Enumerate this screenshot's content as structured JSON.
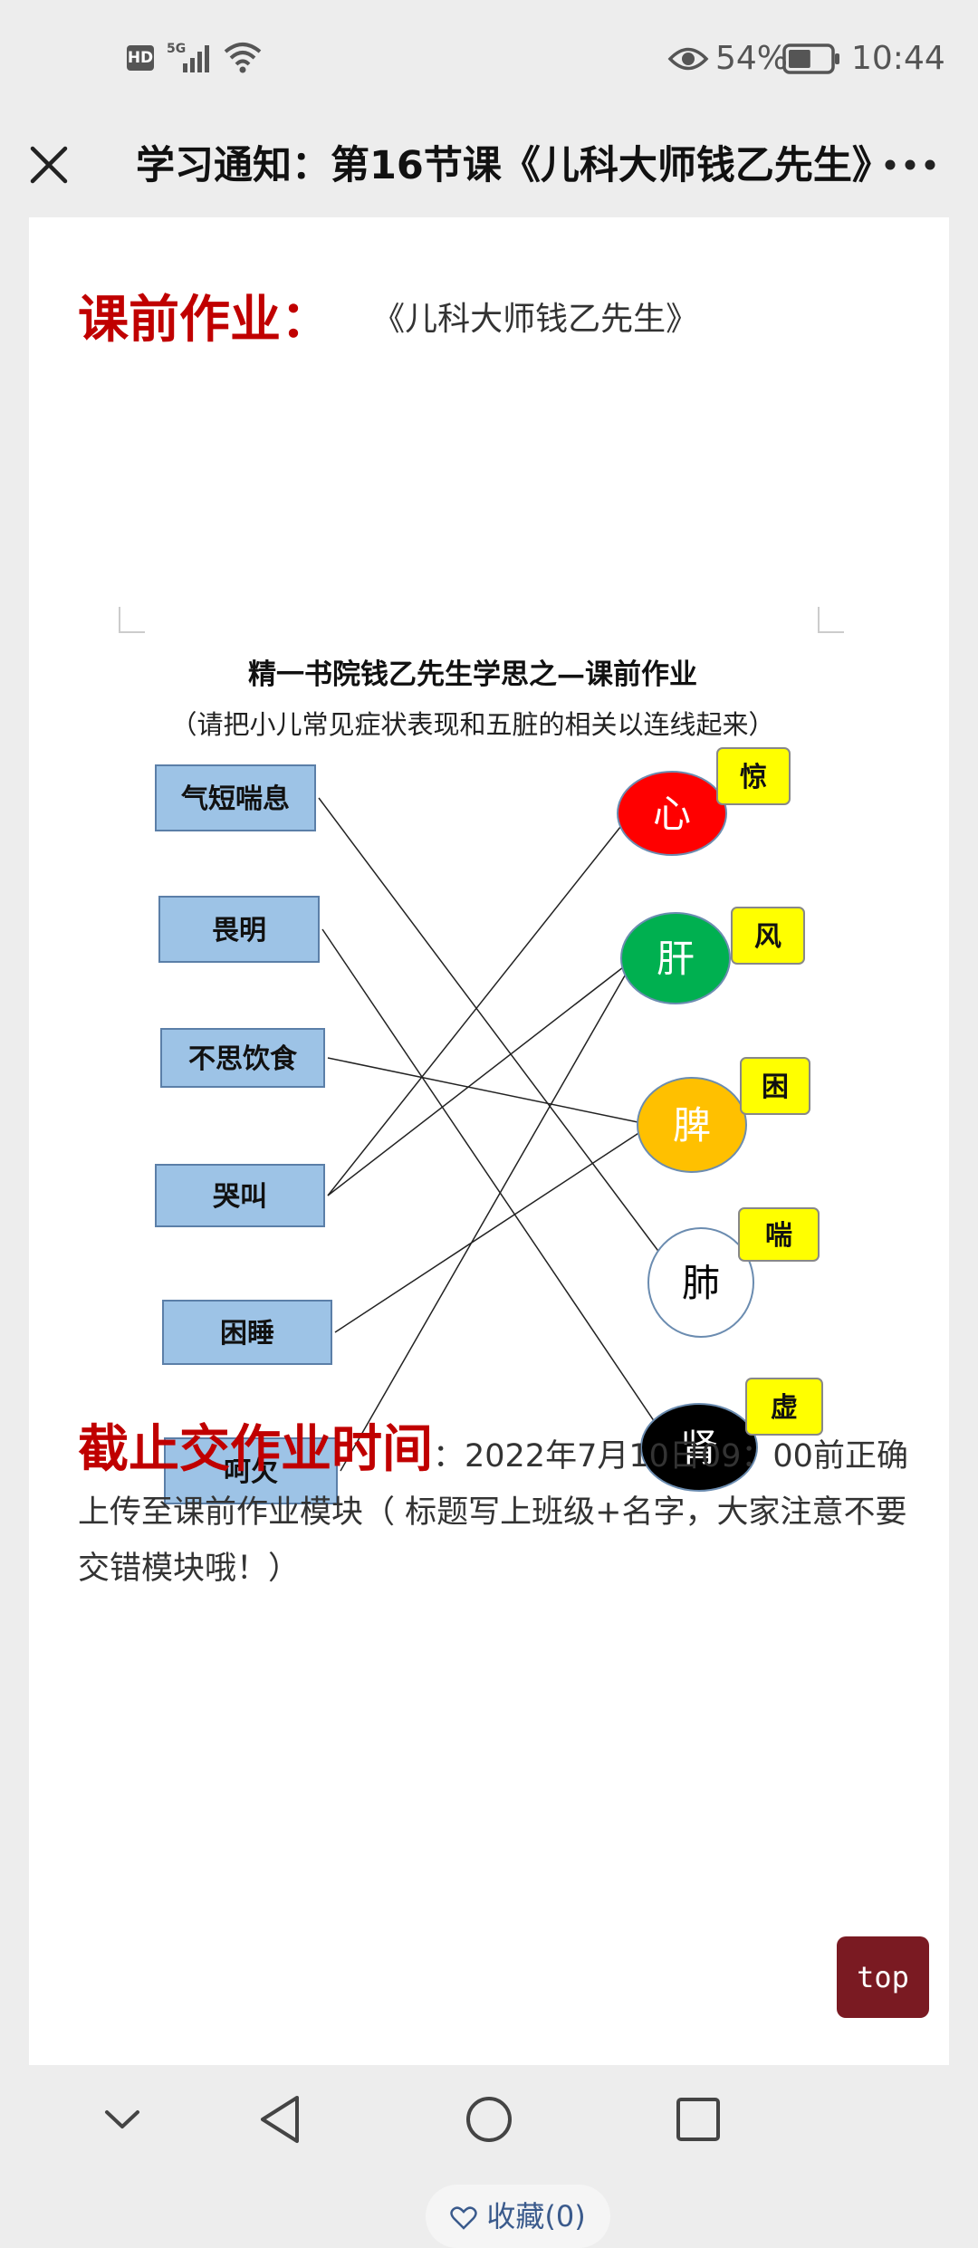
{
  "status": {
    "hd": "HD",
    "network": "5G",
    "battery_pct": "54%",
    "battery_level": 0.54,
    "time": "10:44"
  },
  "header": {
    "title": "学习通知：第16节课《儿科大师钱乙先生》"
  },
  "article": {
    "homework_label": "课前作业：",
    "homework_book": "《儿科大师钱乙先生》",
    "figure": {
      "title": "精一书院钱乙先生学思之—课前作业",
      "subtitle": "（请把小儿常见症状表现和五脏的相关以连线起来）",
      "symptoms": [
        "气短喘息",
        "畏明",
        "不思饮食",
        "哭叫",
        "困睡",
        "呵欠"
      ],
      "organs": [
        {
          "name": "心",
          "tag": "惊",
          "fill": "#ff0000",
          "text_color": "#ffffff"
        },
        {
          "name": "肝",
          "tag": "风",
          "fill": "#00b050",
          "text_color": "#ffffff"
        },
        {
          "name": "脾",
          "tag": "困",
          "fill": "#ffc000",
          "text_color": "#ffffff"
        },
        {
          "name": "肺",
          "tag": "喘",
          "fill": "#ffffff",
          "text_color": "#000000"
        },
        {
          "name": "肾",
          "tag": "虚",
          "fill": "#000000",
          "text_color": "#ffffff"
        }
      ],
      "connections": [
        {
          "symptom": "气短喘息",
          "organ": "肺"
        },
        {
          "symptom": "畏明",
          "organ": "肾"
        },
        {
          "symptom": "不思饮食",
          "organ": "脾"
        },
        {
          "symptom": "哭叫",
          "organ": "心"
        },
        {
          "symptom": "哭叫",
          "organ": "肝"
        },
        {
          "symptom": "困睡",
          "organ": "脾"
        },
        {
          "symptom": "呵欠",
          "organ": "肝"
        }
      ]
    },
    "deadline_label": "截止交作业时间",
    "deadline_text": "：2022年7月10日09：00前正确上传至课前作业模块（ 标题写上班级+名字，大家注意不要交错模块哦！）"
  },
  "actions": {
    "favorite_label": "收藏(0)",
    "top_label": "top"
  },
  "colors": {
    "accent_red": "#c00000",
    "symptom_box": "#9dc3e6",
    "tag_yellow": "#ffff00",
    "top_button": "#7a1a22",
    "link_blue": "#3a5a8c"
  },
  "icons": {
    "close": "close-icon",
    "more": "more-icon",
    "favorite": "heart-icon",
    "nav_down": "chevron-down-icon",
    "nav_back": "back-triangle-icon",
    "nav_home": "home-circle-icon",
    "nav_recent": "recent-square-icon"
  }
}
